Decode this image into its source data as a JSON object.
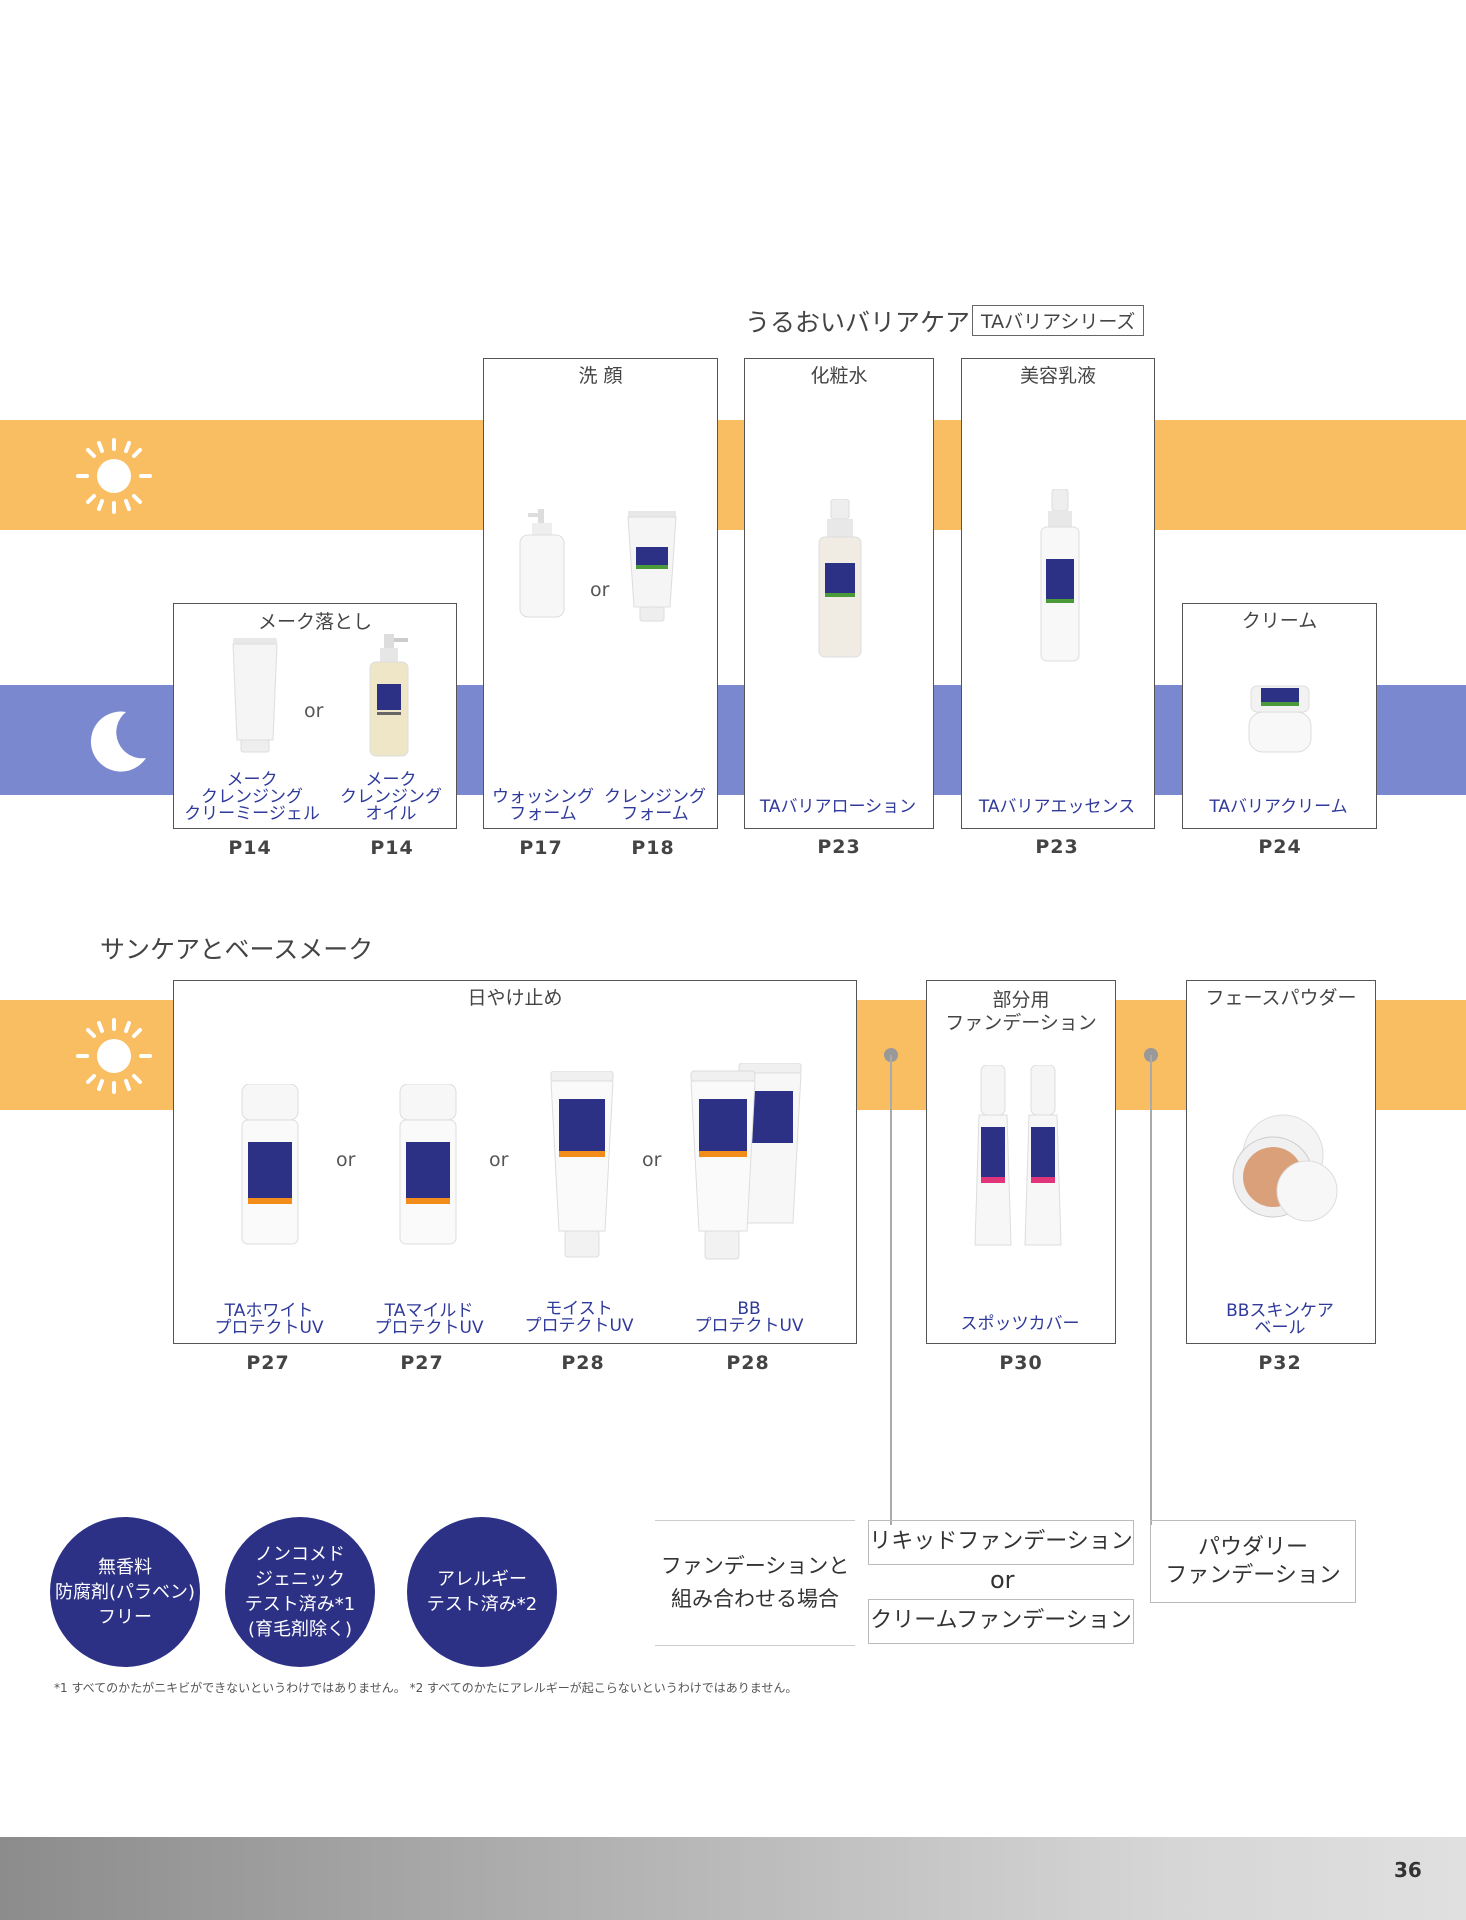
{
  "section1": {
    "heading": "うるおいバリアケア",
    "series_tag": "TAバリアシリーズ",
    "categories": {
      "make_remover": "メーク落とし",
      "face_wash": "洗 顔",
      "lotion": "化粧水",
      "emulsion": "美容乳液",
      "cream": "クリーム"
    },
    "products": [
      {
        "name": "メーク\nクレンジング\nクリーミージェル",
        "page": "P14"
      },
      {
        "name": "メーク\nクレンジング\nオイル",
        "page": "P14"
      },
      {
        "name": "ウォッシング\nフォーム",
        "page": "P17"
      },
      {
        "name": "クレンジング\nフォーム",
        "page": "P18"
      },
      {
        "name": "TAバリアローション",
        "page": "P23"
      },
      {
        "name": "TAバリアエッセンス",
        "page": "P23"
      },
      {
        "name": "TAバリアクリーム",
        "page": "P24"
      }
    ]
  },
  "section2": {
    "heading": "サンケアとベースメーク",
    "categories": {
      "sunscreen": "日やけ止め",
      "partial_foundation": "部分用\nファンデーション",
      "face_powder": "フェースパウダー"
    },
    "products": [
      {
        "name": "TAホワイト\nプロテクトUV",
        "page": "P27"
      },
      {
        "name": "TAマイルド\nプロテクトUV",
        "page": "P27"
      },
      {
        "name": "モイスト\nプロテクトUV",
        "page": "P28"
      },
      {
        "name": "BB\nプロテクトUV",
        "page": "P28"
      },
      {
        "name": "スポッツカバー",
        "page": "P30"
      },
      {
        "name": "BBスキンケア\nベール",
        "page": "P32"
      }
    ]
  },
  "or_label": "or",
  "badges": [
    {
      "lines": [
        "無香料",
        "防腐剤(パラベン)",
        "フリー"
      ]
    },
    {
      "lines": [
        "ノンコメド",
        "ジェニック",
        "テスト済み*1",
        "(育毛剤除く)"
      ]
    },
    {
      "lines": [
        "アレルギー",
        "テスト済み*2"
      ]
    }
  ],
  "foundation_combo": {
    "label": "ファンデーションと\n組み合わせる場合",
    "liquid": "リキッドファンデーション",
    "or": "or",
    "cream": "クリームファンデーション",
    "powdery": "パウダリー\nファンデーション"
  },
  "footnote": "*1 すべてのかたがニキビができないというわけではありません。 *2 すべてのかたにアレルギーが起こらないというわけではありません。",
  "page_number": "36",
  "colors": {
    "orange": "#f9bd62",
    "blue": "#7a89cf",
    "navy": "#2c3186",
    "product_text": "#2f3a9a"
  }
}
